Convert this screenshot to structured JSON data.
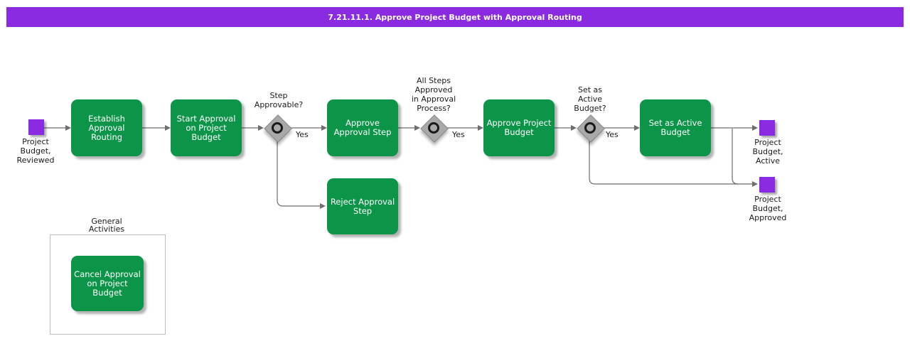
{
  "title": "7.21.11.1. Approve Project Budget with Approval Routing",
  "colors": {
    "header_bg": "#8A2BE2",
    "activity_green": "#0C9549",
    "event_purple": "#8A2BE2",
    "gateway_gray": "#A9A9A9",
    "line_gray": "#6e6e6e"
  },
  "events": {
    "start": {
      "label": "Project\nBudget,\nReviewed"
    },
    "active": {
      "label": "Project\nBudget,\nActive"
    },
    "approved": {
      "label": "Project\nBudget,\nApproved"
    }
  },
  "activities": {
    "establish": {
      "label": "Establish\nApproval\nRouting"
    },
    "start_approval": {
      "label": "Start Approval\non Project\nBudget"
    },
    "approve_step": {
      "label": "Approve\nApproval Step"
    },
    "approve_budget": {
      "label": "Approve Project\nBudget"
    },
    "set_active": {
      "label": "Set as Active\nBudget"
    },
    "reject_step": {
      "label": "Reject Approval\nStep"
    },
    "cancel": {
      "label": "Cancel Approval\non Project\nBudget"
    }
  },
  "gateways": {
    "step_approvable": {
      "question": "Step\nApprovable?",
      "yes": "Yes"
    },
    "all_steps_approved": {
      "question": "All Steps\nApproved\nin Approval\nProcess?",
      "yes": "Yes"
    },
    "set_as_active": {
      "question": "Set as\nActive\nBudget?",
      "yes": "Yes"
    }
  },
  "group": {
    "label": "General\nActivities"
  }
}
